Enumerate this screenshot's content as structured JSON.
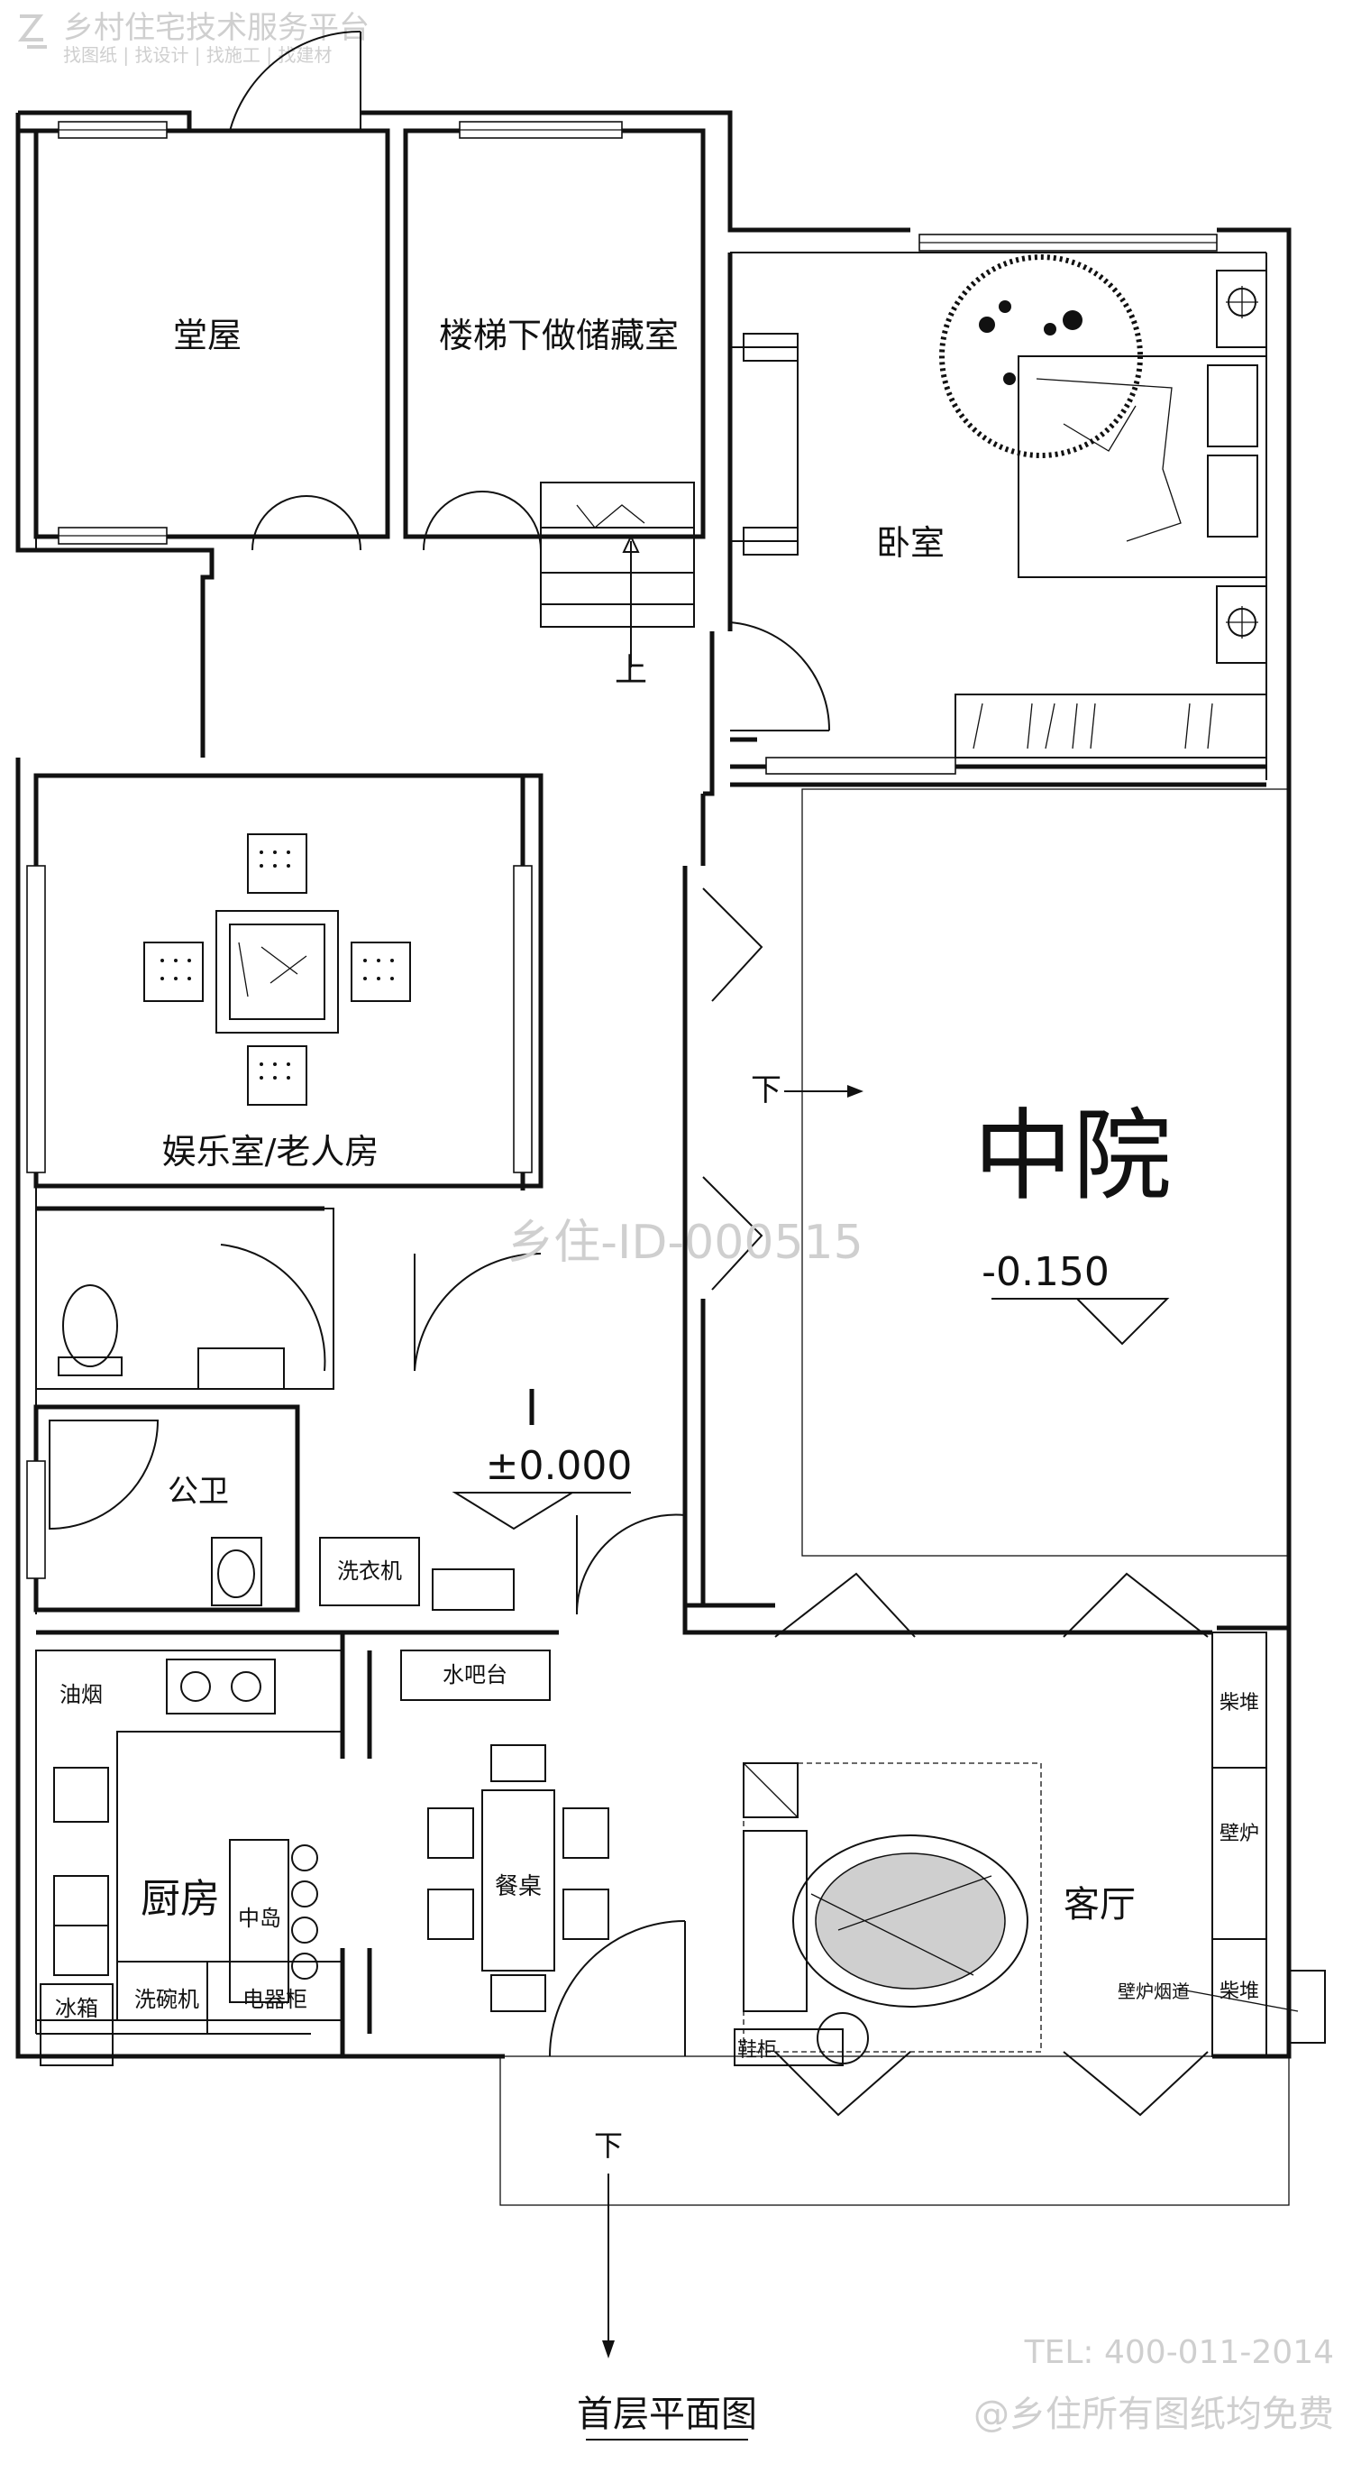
{
  "brand": {
    "name": "乡村住宅技术服务平台",
    "tagline": "找图纸 | 找设计 | 找施工 | 找建材"
  },
  "rooms": {
    "hall": "堂屋",
    "storage": "楼梯下做储藏室",
    "bedroom": "卧室",
    "up_marker": "上",
    "recreation": "娱乐室/老人房",
    "courtyard": "中院",
    "courtyard_level": "-0.150",
    "floor_level": "±0.000",
    "down_marker_courtyard": "下",
    "bathroom": "公卫",
    "washer": "洗衣机",
    "water_bar": "水吧台",
    "range_hood": "油烟",
    "kitchen": "厨房",
    "island": "中岛",
    "dining_table": "餐桌",
    "fridge": "冰箱",
    "dishwasher": "洗碗机",
    "appliance_cabinet": "电器柜",
    "shoe_cabinet": "鞋柜",
    "living_room": "客厅",
    "firewood_top": "柴堆",
    "fireplace": "壁炉",
    "chimney": "壁炉烟道",
    "firewood_bottom": "柴堆",
    "down_marker_entry": "下"
  },
  "drawing_title": "首层平面图",
  "watermark": "乡住-ID-000515",
  "footer": {
    "tel": "TEL: 400-011-2014",
    "notice": "@乡住所有图纸均免费"
  }
}
